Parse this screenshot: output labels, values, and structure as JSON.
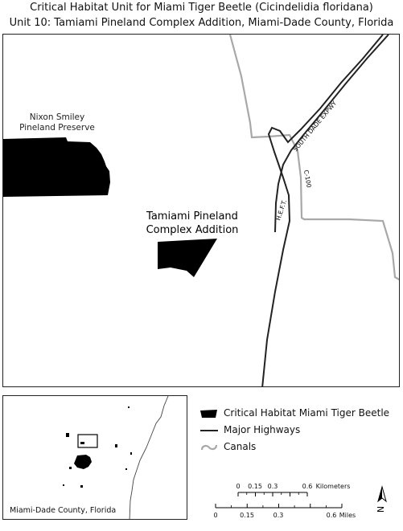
{
  "title": {
    "line1": "Critical Habitat Unit for Miami Tiger Beetle (Cicindelidia floridana)",
    "line2": "Unit 10: Tamiami Pineland Complex Addition, Miami-Dade County, Florida"
  },
  "map": {
    "labels": {
      "nixon": [
        "Nixon Smiley",
        "Pineland Preserve"
      ],
      "tamiami": [
        "Tamiami Pineland",
        "Complex Addition"
      ],
      "south_dade": "SOUTH DADE EXPWY",
      "heft": "H.E.F.T.",
      "c100": "C-100"
    },
    "colors": {
      "habitat": "#000000",
      "highway": "#222222",
      "canal": "#a8a8a8",
      "frame": "#222222"
    }
  },
  "inset": {
    "label": "Miami-Dade County, Florida"
  },
  "legend": {
    "items": [
      {
        "label": "Critical Habitat Miami Tiger Beetle",
        "symbol": "black-polygon"
      },
      {
        "label": "Major Highways",
        "symbol": "black-line"
      },
      {
        "label": "Canals",
        "symbol": "gray-squiggle"
      }
    ]
  },
  "scalebar": {
    "km": {
      "ticks": [
        "0",
        "0.15",
        "0.3",
        "0.6"
      ],
      "unit": "Kilometers"
    },
    "miles": {
      "ticks": [
        "0",
        "0.15",
        "0.3",
        "0.6"
      ],
      "unit": "Miles"
    }
  },
  "north_arrow": {
    "letter": "N"
  }
}
